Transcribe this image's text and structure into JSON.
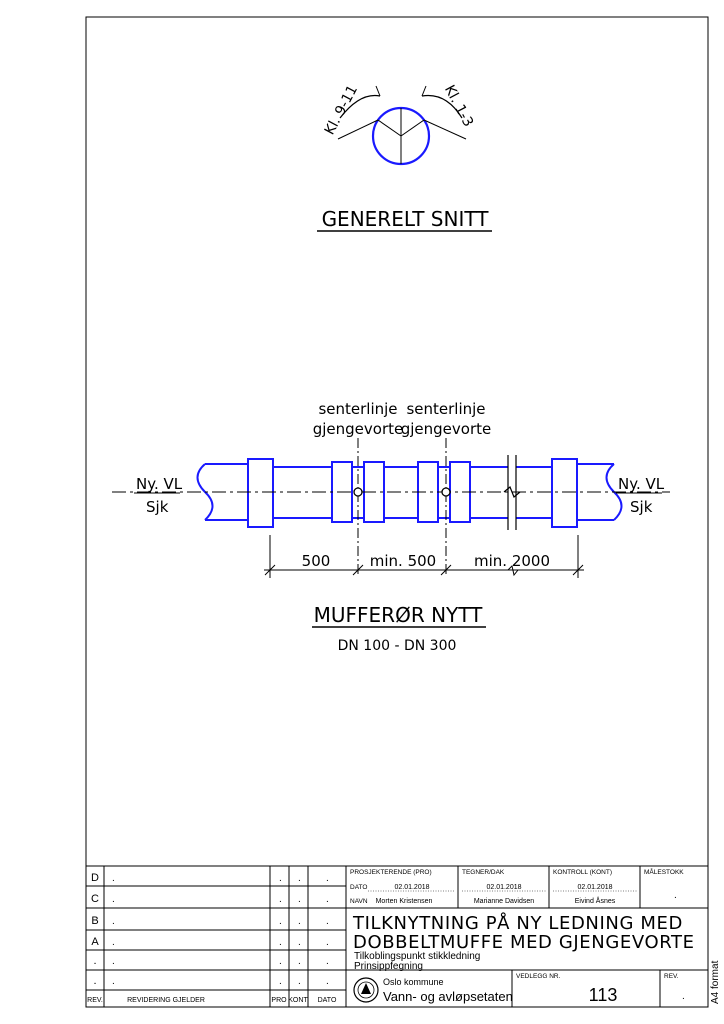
{
  "drawing": {
    "section_labels": {
      "left": "Kl. 9-11",
      "right": "Kl. 1-3"
    },
    "section_title": "GENERELT SNITT",
    "centerline_label": {
      "line1": "senterlinje",
      "line2": "gjengevorte"
    },
    "pipe_left_top": "Ny. VL",
    "pipe_left_bottom": "Sjk",
    "pipe_right_top": "Ny. VL",
    "pipe_right_bottom": "Sjk",
    "dims": [
      "500",
      "min. 500",
      "min. 2000"
    ],
    "pipe_title": "MUFFERØR NYTT",
    "pipe_subtitle": "DN 100 - DN 300"
  },
  "revisions": {
    "rows": [
      {
        "code": "D",
        "text": ".",
        "pro": ".",
        "kont": ".",
        "dato": "."
      },
      {
        "code": "C",
        "text": ".",
        "pro": ".",
        "kont": ".",
        "dato": "."
      },
      {
        "code": "B",
        "text": ".",
        "pro": ".",
        "kont": ".",
        "dato": "."
      },
      {
        "code": "A",
        "text": ".",
        "pro": ".",
        "kont": ".",
        "dato": "."
      },
      {
        "code": ".",
        "text": ".",
        "pro": ".",
        "kont": ".",
        "dato": "."
      },
      {
        "code": ".",
        "text": ".",
        "pro": ".",
        "kont": ".",
        "dato": "."
      }
    ],
    "header": {
      "rev": "REV.",
      "text": "REVIDERING GJELDER",
      "pro": "PRO",
      "kont": "KONT",
      "dato": "DATO"
    }
  },
  "titleblock": {
    "projected_label": "PROSJEKTERENDE (PRO)",
    "drawer_label": "TEGNER/DAK",
    "control_label": "KONTROLL (KONT)",
    "scale_label": "MÅLESTOKK",
    "scale_value": ".",
    "date_label": "DATO",
    "name_label": "NAVN",
    "projected_date": "02.01.2018",
    "drawer_date": "02.01.2018",
    "control_date": "02.01.2018",
    "projected_name": "Morten Kristensen",
    "drawer_name": "Marianne Davidsen",
    "control_name": "Eivind Åsnes",
    "title_line1": "TILKNYTNING PÅ NY LEDNING MED",
    "title_line2": "DOBBELTMUFFE MED GJENGEVORTE",
    "subtitle_line1": "Tilkoblingspunkt stikkledning",
    "subtitle_line2": "Prinsippfegning",
    "org_line1": "Oslo kommune",
    "org_line2": "Vann- og avløpsetaten",
    "attachment_label": "VEDLEGG NR.",
    "attachment_number": "113",
    "rev_label": "REV.",
    "rev_value": ".",
    "format_label": "A4 format"
  }
}
